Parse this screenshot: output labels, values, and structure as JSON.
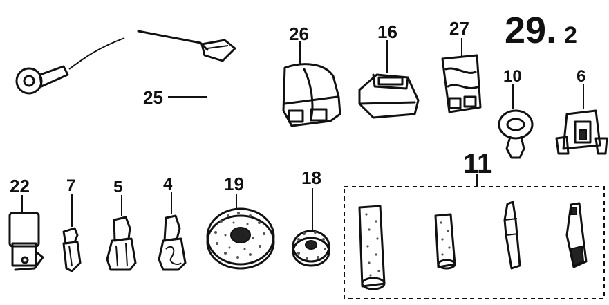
{
  "page_number": {
    "main": "29.",
    "sub": "2"
  },
  "callouts": {
    "c25": "25",
    "c26": "26",
    "c16": "16",
    "c27": "27",
    "c10": "10",
    "c6": "6",
    "c22": "22",
    "c7": "7",
    "c5": "5",
    "c4": "4",
    "c19": "19",
    "c18": "18",
    "c11": "11"
  }
}
